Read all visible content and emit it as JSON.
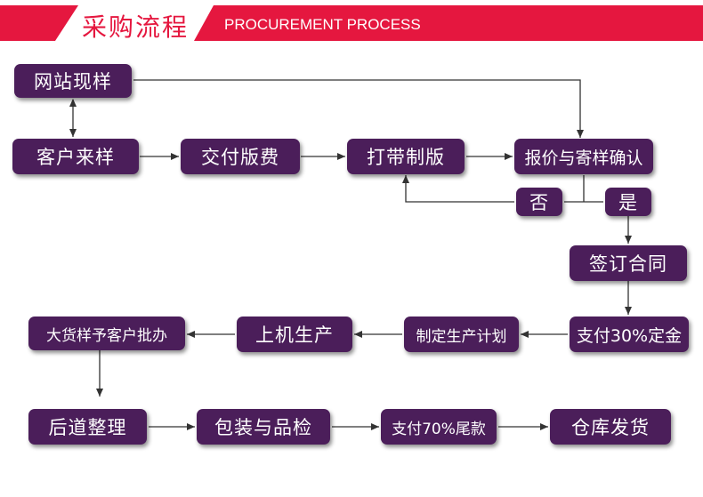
{
  "header": {
    "title_cn": "采购流程",
    "title_en": "PROCUREMENT PROCESS",
    "accent_color": "#e5173f"
  },
  "nodes": {
    "website_sample": "网站现样",
    "customer_sample": "客户来样",
    "pay_plate_fee": "交付版费",
    "make_plate": "打带制版",
    "quote_confirm": "报价与寄样确认",
    "no": "否",
    "yes": "是",
    "sign_contract": "签订合同",
    "pay_deposit": "支付30%定金",
    "production_plan": "制定生产计划",
    "machine_production": "上机生产",
    "bulk_sample_approval": "大货样予客户批办",
    "post_processing": "后道整理",
    "packing_inspection": "包装与品检",
    "pay_balance": "支付70%尾款",
    "warehouse_delivery": "仓库发货"
  },
  "colors": {
    "node_fill": "#4b1e5a",
    "node_text": "#ffffff",
    "line": "#333333"
  }
}
